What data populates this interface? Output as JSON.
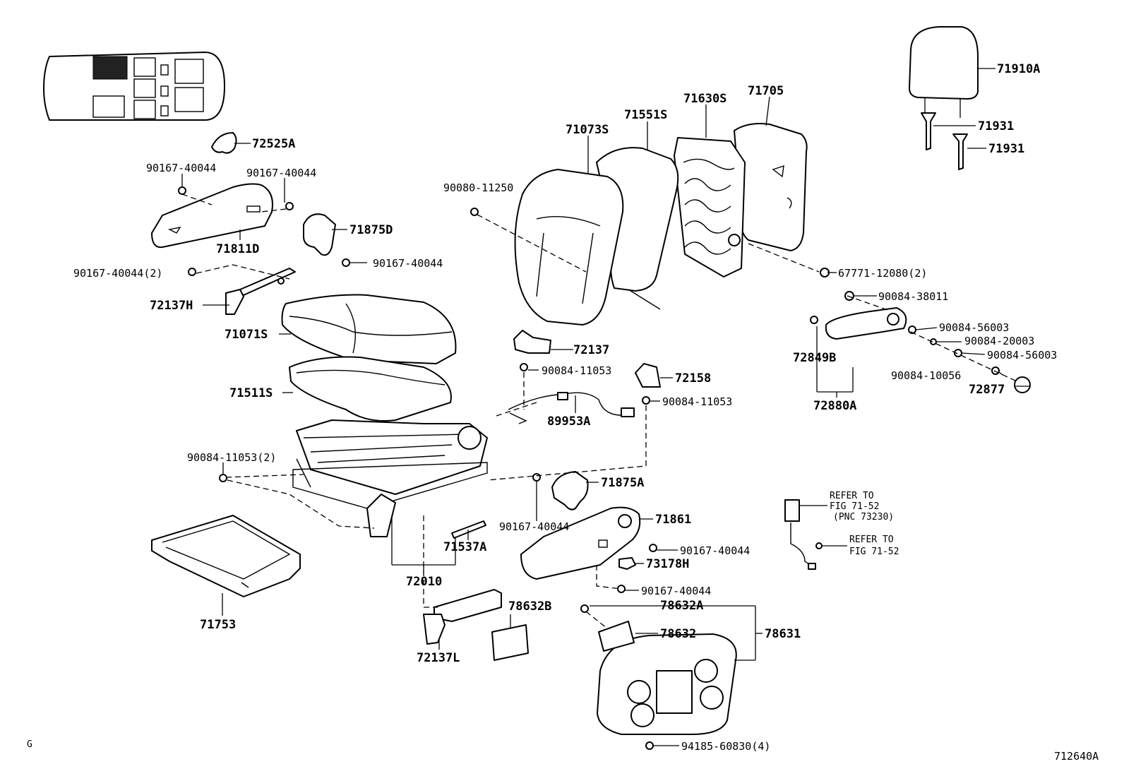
{
  "labels": {
    "p71910A": "71910A",
    "p71931a": "71931",
    "p71931b": "71931",
    "p71630S": "71630S",
    "p71705": "71705",
    "p71551S": "71551S",
    "p71073S": "71073S",
    "p72525A": "72525A",
    "b90167_40044_a": "90167-40044",
    "b90167_40044_b": "90167-40044",
    "p90080_11250": "90080-11250",
    "p71875D": "71875D",
    "p71811D": "71811D",
    "b90167_40044_c": "90167-40044",
    "b90167_40044_2": "90167-40044(2)",
    "p67771_12080_2": "67771-12080(2)",
    "p72137H": "72137H",
    "p90084_38011": "90084-38011",
    "p71071S": "71071S",
    "p72137": "72137",
    "p90084_56003_a": "90084-56003",
    "p90084_20003": "90084-20003",
    "p90084_56003_b": "90084-56003",
    "p72849B": "72849B",
    "p90084_11053_a": "90084-11053",
    "p72158": "72158",
    "p90084_10056": "90084-10056",
    "p72877": "72877",
    "p71511S": "71511S",
    "p90084_11053_b": "90084-11053",
    "p72880A": "72880A",
    "p89953A": "89953A",
    "p90084_11053_2": "90084-11053(2)",
    "p71875A": "71875A",
    "b90167_40044_d": "90167-40044",
    "p71861": "71861",
    "b90167_40044_e": "90167-40044",
    "p73178H": "73178H",
    "p71537A": "71537A",
    "p72010": "72010",
    "b90167_40044_f": "90167-40044",
    "p78632A": "78632A",
    "p78632B": "78632B",
    "p78632": "78632",
    "p78631": "78631",
    "p71753": "71753",
    "p72137L": "72137L",
    "p94185_60830_4": "94185-60830(4)"
  },
  "refer_note_1": [
    "REFER TO",
    "FIG 71-52",
    "(PNC 73230)"
  ],
  "refer_note_2": [
    "REFER TO",
    "FIG 71-52"
  ],
  "corner_mark": "G",
  "figure_number": "712640A"
}
